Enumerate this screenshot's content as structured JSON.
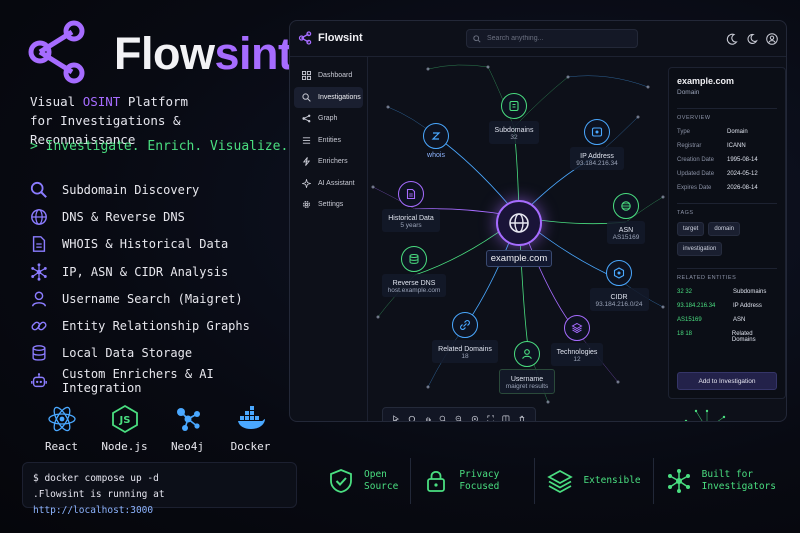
{
  "brand": {
    "name_main": "Flow",
    "name_accent": "sint",
    "tagline_line1_a": "Visual ",
    "tagline_line1_hl": "OSINT",
    "tagline_line1_b": " Platform",
    "tagline_line2": "for Investigations & Reconnaissance",
    "motto": "> Investigate. Enrich. Visualize.",
    "accent_color": "#a66cff",
    "green_color": "#4ade80"
  },
  "features": [
    {
      "icon": "search-icon",
      "label": "Subdomain Discovery"
    },
    {
      "icon": "globe-icon",
      "label": "DNS & Reverse DNS"
    },
    {
      "icon": "document-icon",
      "label": "WHOIS & Historical Data"
    },
    {
      "icon": "network-icon",
      "label": "IP, ASN & CIDR Analysis"
    },
    {
      "icon": "user-icon",
      "label": "Username Search (Maigret)"
    },
    {
      "icon": "link-icon",
      "label": "Entity Relationship Graphs"
    },
    {
      "icon": "database-icon",
      "label": "Local Data Storage"
    },
    {
      "icon": "robot-icon",
      "label": "Custom Enrichers & AI Integration"
    }
  ],
  "tech": [
    {
      "icon": "react-icon",
      "label": "React"
    },
    {
      "icon": "nodejs-icon",
      "label": "Node.js"
    },
    {
      "icon": "neo4j-icon",
      "label": "Neo4j"
    },
    {
      "icon": "docker-icon",
      "label": "Docker"
    }
  ],
  "terminal": {
    "line1": "$ docker compose up -d",
    "line2_text": ".Flowsint is running at ",
    "line2_url": "http://localhost:3000"
  },
  "badges": [
    {
      "icon": "shield-check-icon",
      "line1": "Open",
      "line2": "Source"
    },
    {
      "icon": "lock-icon",
      "line1": "Privacy Focused",
      "line2": ""
    },
    {
      "icon": "layers-icon",
      "line1": "Extensible",
      "line2": ""
    },
    {
      "icon": "graph-icon",
      "line1": "Built for",
      "line2": "Investigators"
    }
  ],
  "app": {
    "title": "Flowsint",
    "search_placeholder": "Search anything...",
    "nav": [
      {
        "icon": "grid-icon",
        "label": "Dashboard",
        "active": false
      },
      {
        "icon": "search-icon",
        "label": "Investigations",
        "active": true
      },
      {
        "icon": "graph-icon",
        "label": "Graph",
        "active": false
      },
      {
        "icon": "list-icon",
        "label": "Entities",
        "active": false
      },
      {
        "icon": "bolt-icon",
        "label": "Enrichers",
        "active": false
      },
      {
        "icon": "sparkle-icon",
        "label": "AI Assistant",
        "active": false
      },
      {
        "icon": "gear-icon",
        "label": "Settings",
        "active": false
      }
    ],
    "graph": {
      "center": "example.com",
      "nodes": [
        {
          "id": "subdomains",
          "label": "Subdomains",
          "sub": "32"
        },
        {
          "id": "ip",
          "label": "IP Address",
          "sub": "93.184.216.34"
        },
        {
          "id": "whois",
          "label": "whois",
          "sub": ""
        },
        {
          "id": "historical",
          "label": "Historical Data",
          "sub": "5 years"
        },
        {
          "id": "asn",
          "label": "ASN",
          "sub": "AS15169"
        },
        {
          "id": "reverse",
          "label": "Reverse DNS",
          "sub": "host.example.com"
        },
        {
          "id": "cidr",
          "label": "CIDR",
          "sub": "93.184.216.0/24"
        },
        {
          "id": "related",
          "label": "Related Domains",
          "sub": "18"
        },
        {
          "id": "technologies",
          "label": "Technologies",
          "sub": "12"
        },
        {
          "id": "username",
          "label": "Username",
          "sub": "maigret results"
        }
      ]
    },
    "details": {
      "title": "example.com",
      "subtitle": "Domain",
      "overview_label": "OVERVIEW",
      "overview": [
        {
          "k": "Type",
          "v": "Domain"
        },
        {
          "k": "Registrar",
          "v": "ICANN"
        },
        {
          "k": "Creation Date",
          "v": "1995-08-14"
        },
        {
          "k": "Updated Date",
          "v": "2024-05-12"
        },
        {
          "k": "Expires Date",
          "v": "2026-08-14"
        }
      ],
      "tags_label": "TAGS",
      "tags": [
        "target",
        "domain",
        "investigation"
      ],
      "related_label": "RELATED ENTITIES",
      "related": [
        {
          "v": "32 32",
          "l": "Subdomains"
        },
        {
          "v": "93.184.216.34",
          "l": "IP Address"
        },
        {
          "v": "AS15169",
          "l": "ASN"
        },
        {
          "v": "18 18",
          "l": "Related Domains"
        }
      ],
      "add_button": "Add to Investigation"
    }
  }
}
